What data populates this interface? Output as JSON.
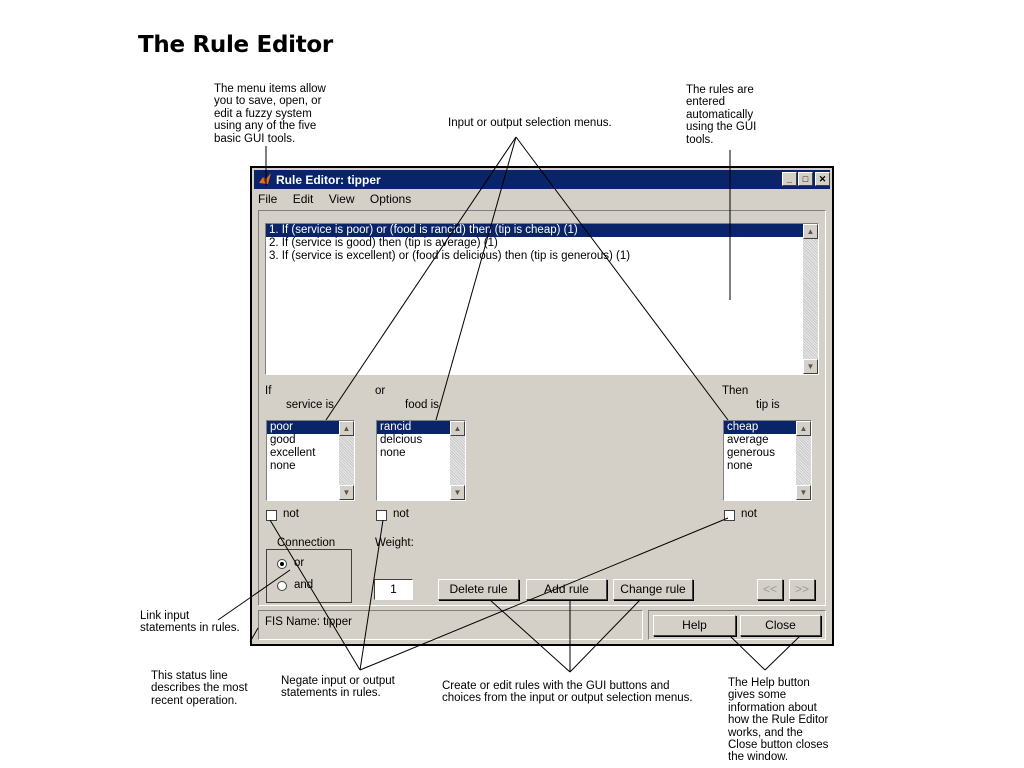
{
  "heading": "The Rule Editor",
  "annotations": {
    "menu_items": "The menu items allow\nyou to save, open, or\nedit a fuzzy system\nusing any of the five\nbasic GUI tools.",
    "selection_menus": "Input or output selection menus.",
    "rules_entered": "The rules are\nentered\nautomatically\nusing the GUI\ntools.",
    "link_input": "Link input\nstatements in rules.",
    "status_line": "This status line\ndescribes the most\nrecent operation.",
    "negate": "Negate input or output\nstatements in rules.",
    "create_edit": "Create or edit rules with the GUI buttons and\nchoices from the input or output selection menus.",
    "help_close": "The Help button\ngives some\ninformation about\nhow the Rule Editor\nworks, and the\nClose button closes\nthe window."
  },
  "window": {
    "title": "Rule Editor: tipper",
    "controls": [
      "_",
      "□",
      "✕"
    ],
    "menu": [
      "File",
      "Edit",
      "View",
      "Options"
    ]
  },
  "rules": [
    "1. If (service is poor) or (food is rancid) then (tip is cheap) (1)",
    "2. If (service is good) then (tip is average) (1)",
    "3. If (service is excellent) or (food is delicious) then (tip is generous) (1)"
  ],
  "inputs": {
    "service": {
      "prefix": "If",
      "label": "service is",
      "options": [
        "poor",
        "good",
        "excellent",
        "none"
      ],
      "selected": 0,
      "not_label": "not"
    },
    "food": {
      "prefix": "or",
      "label": "food is",
      "options": [
        "rancid",
        "delcious",
        "none"
      ],
      "selected": 0,
      "not_label": "not"
    }
  },
  "output": {
    "tip": {
      "prefix": "Then",
      "label": "tip is",
      "options": [
        "cheap",
        "average",
        "generous",
        "none"
      ],
      "selected": 0,
      "not_label": "not"
    }
  },
  "connection": {
    "label": "Connection",
    "options": [
      "or",
      "and"
    ],
    "selected": "or"
  },
  "weight": {
    "label": "Weight:",
    "value": "1"
  },
  "buttons": {
    "delete": "Delete rule",
    "add": "Add rule",
    "change": "Change rule",
    "prev": "<<",
    "next": ">>",
    "help": "Help",
    "close": "Close"
  },
  "status": "FIS Name: tipper",
  "colors": {
    "titlebar": "#0a246a",
    "window_bg": "#d4d0c8",
    "selection": "#0a246a"
  }
}
